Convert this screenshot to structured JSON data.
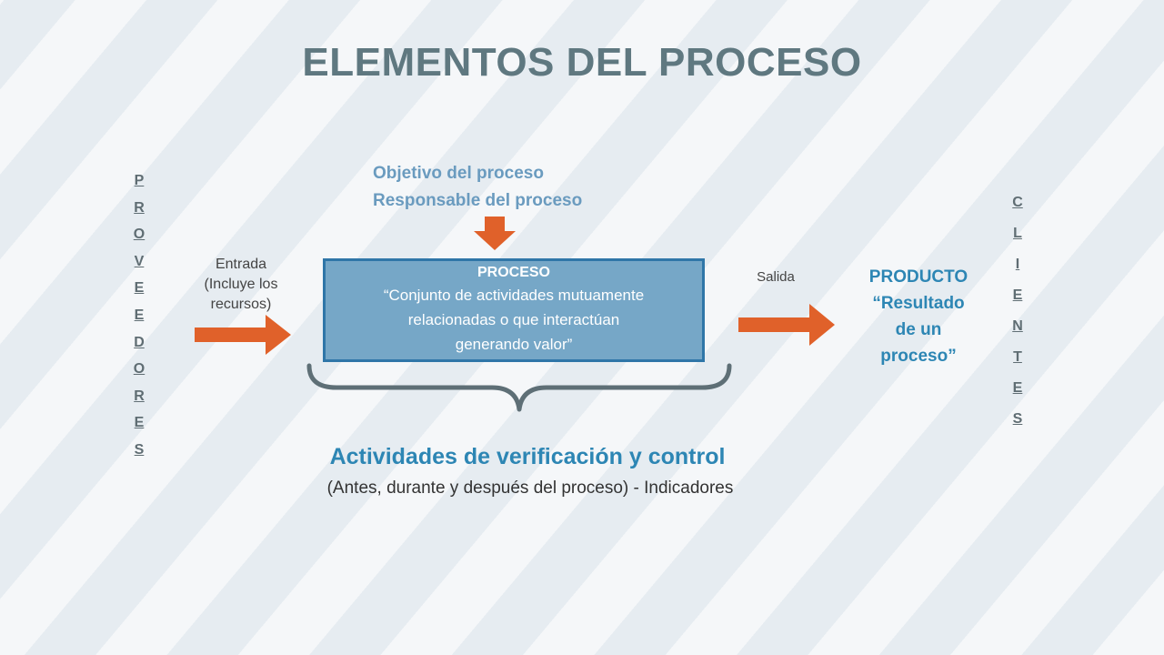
{
  "title": "ELEMENTOS DEL PROCESO",
  "left_label": "PROVEEDORES",
  "right_label": "CLIENTES",
  "objective": {
    "line1": "Objetivo del proceso",
    "line2": "Responsable del proceso"
  },
  "input": {
    "line1": "Entrada",
    "line2": "(Incluye los",
    "line3": "recursos)"
  },
  "output": "Salida",
  "process": {
    "title": "PROCESO",
    "line1": "“Conjunto de actividades mutuamente",
    "line2": "relacionadas o que interactúan",
    "line3": "generando valor”"
  },
  "product": {
    "line1": "PRODUCTO",
    "line2": "“Resultado",
    "line3": "de un",
    "line4": "proceso”"
  },
  "control": {
    "title": "Actividades de verificación y control",
    "subtitle": "(Antes, durante y después del proceso) - Indicadores"
  },
  "colors": {
    "arrow": "#e0612a",
    "box_fill": "#76a7c7",
    "box_border": "#2f76a8",
    "brace": "#5e6f76",
    "accent_blue": "#2d86b4"
  }
}
